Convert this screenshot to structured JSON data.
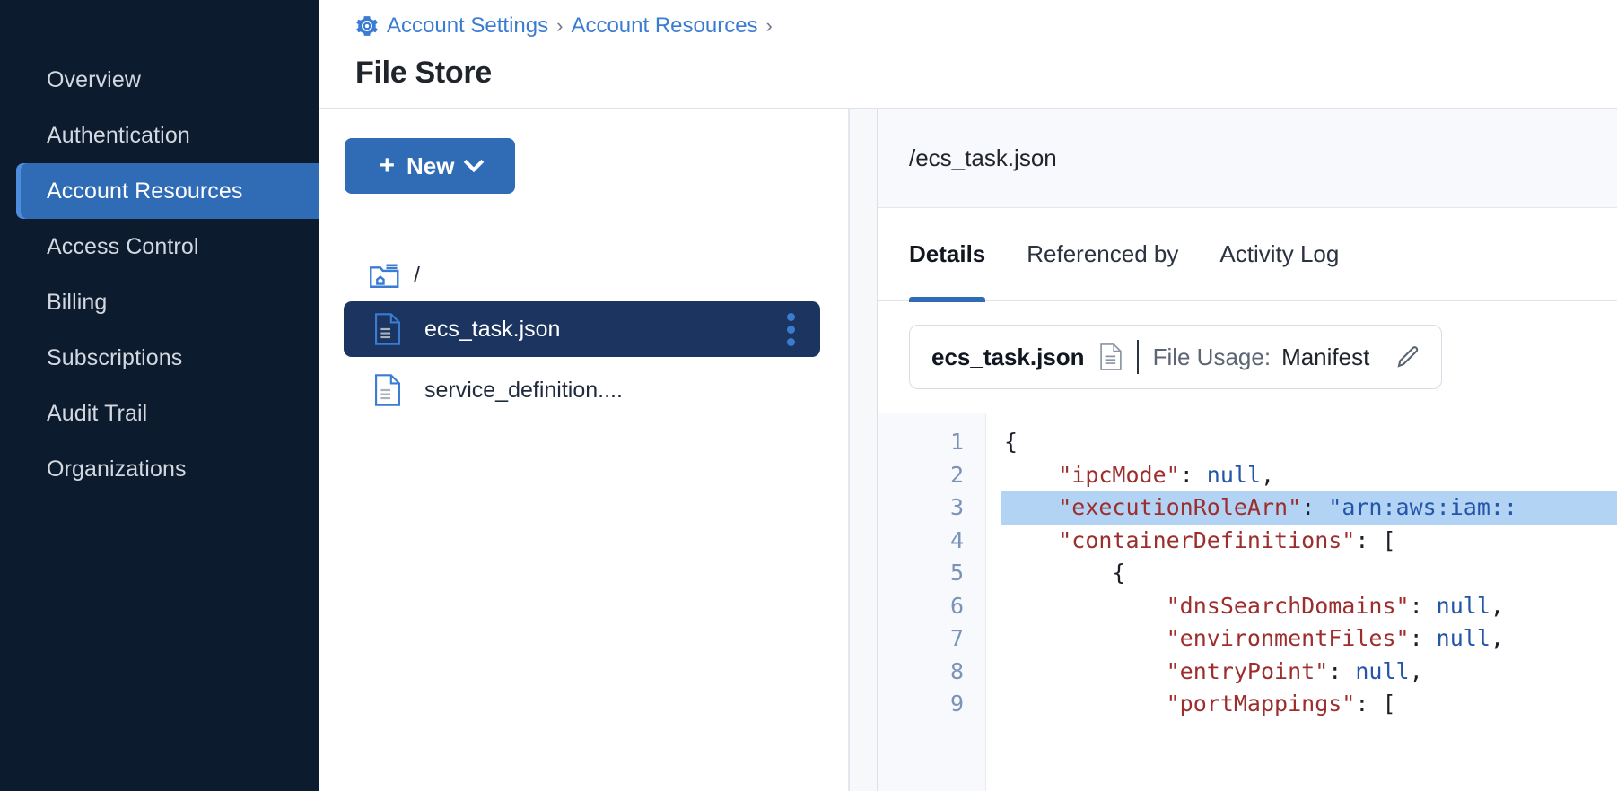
{
  "sidebar": {
    "items": [
      {
        "label": "Overview",
        "active": false
      },
      {
        "label": "Authentication",
        "active": false
      },
      {
        "label": "Account Resources",
        "active": true
      },
      {
        "label": "Access Control",
        "active": false
      },
      {
        "label": "Billing",
        "active": false
      },
      {
        "label": "Subscriptions",
        "active": false
      },
      {
        "label": "Audit Trail",
        "active": false
      },
      {
        "label": "Organizations",
        "active": false
      }
    ]
  },
  "header": {
    "gear_icon": "gear-icon",
    "breadcrumb": [
      {
        "label": "Account Settings"
      },
      {
        "label": "Account Resources"
      }
    ],
    "separator": "›",
    "title": "File Store"
  },
  "tree_pane": {
    "new_button": {
      "plus": "+",
      "label": "New",
      "caret": "chevron-down-icon"
    },
    "root": {
      "icon": "folder-home-icon",
      "label": "/"
    },
    "files": [
      {
        "name": "ecs_task.json",
        "icon": "file-icon",
        "selected": true,
        "menu": "kebab-menu-icon"
      },
      {
        "name": "service_definition....",
        "icon": "file-icon",
        "selected": false
      }
    ]
  },
  "detail": {
    "path": "/ecs_task.json",
    "tabs": [
      {
        "label": "Details",
        "active": true
      },
      {
        "label": "Referenced by",
        "active": false
      },
      {
        "label": "Activity Log",
        "active": false
      }
    ],
    "usage_card": {
      "file_name": "ecs_task.json",
      "doc_icon": "document-icon",
      "usage_label": "File Usage:",
      "usage_value": "Manifest",
      "edit_icon": "pencil-icon"
    },
    "editor": {
      "line_numbers": [
        "1",
        "2",
        "3",
        "4",
        "5",
        "6",
        "7",
        "8",
        "9"
      ],
      "highlighted_line": 3,
      "lines": [
        [
          {
            "t": "{",
            "c": "p"
          }
        ],
        [
          {
            "t": "    ",
            "c": "p"
          },
          {
            "t": "\"ipcMode\"",
            "c": "k"
          },
          {
            "t": ": ",
            "c": "p"
          },
          {
            "t": "null",
            "c": "n"
          },
          {
            "t": ",",
            "c": "p"
          }
        ],
        [
          {
            "t": "    ",
            "c": "p"
          },
          {
            "t": "\"executionRoleArn\"",
            "c": "k"
          },
          {
            "t": ": ",
            "c": "p"
          },
          {
            "t": "\"arn:aws:iam::",
            "c": "n"
          }
        ],
        [
          {
            "t": "    ",
            "c": "p"
          },
          {
            "t": "\"containerDefinitions\"",
            "c": "k"
          },
          {
            "t": ": [",
            "c": "p"
          }
        ],
        [
          {
            "t": "        {",
            "c": "p"
          }
        ],
        [
          {
            "t": "            ",
            "c": "p"
          },
          {
            "t": "\"dnsSearchDomains\"",
            "c": "k"
          },
          {
            "t": ": ",
            "c": "p"
          },
          {
            "t": "null",
            "c": "n"
          },
          {
            "t": ",",
            "c": "p"
          }
        ],
        [
          {
            "t": "            ",
            "c": "p"
          },
          {
            "t": "\"environmentFiles\"",
            "c": "k"
          },
          {
            "t": ": ",
            "c": "p"
          },
          {
            "t": "null",
            "c": "n"
          },
          {
            "t": ",",
            "c": "p"
          }
        ],
        [
          {
            "t": "            ",
            "c": "p"
          },
          {
            "t": "\"entryPoint\"",
            "c": "k"
          },
          {
            "t": ": ",
            "c": "p"
          },
          {
            "t": "null",
            "c": "n"
          },
          {
            "t": ",",
            "c": "p"
          }
        ],
        [
          {
            "t": "            ",
            "c": "p"
          },
          {
            "t": "\"portMappings\"",
            "c": "k"
          },
          {
            "t": ": [",
            "c": "p"
          }
        ]
      ]
    }
  },
  "colors": {
    "sidebar_bg": "#0d1b2e",
    "accent": "#2f6cb5",
    "link": "#3b7cd3",
    "selected_row": "#1b3460",
    "code_key": "#9c2e2e",
    "code_null": "#2455a6",
    "highlight": "#b3d3f5"
  }
}
